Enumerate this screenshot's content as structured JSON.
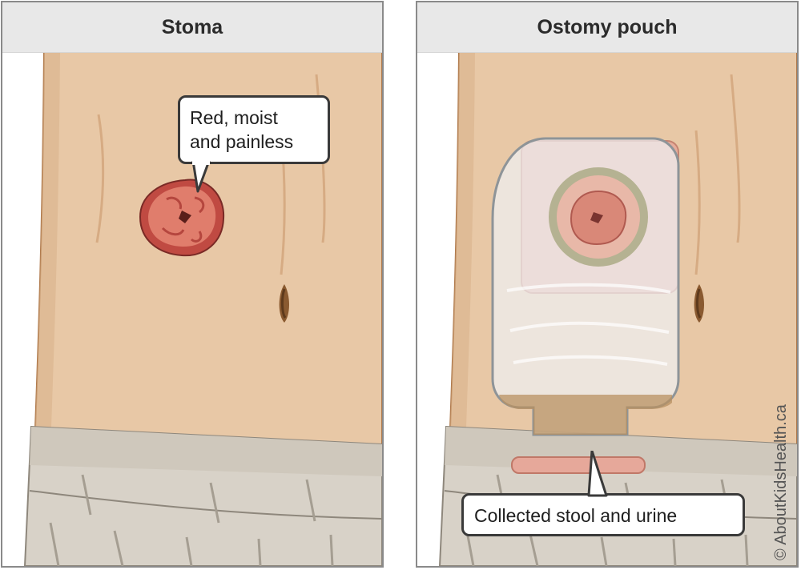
{
  "panels": {
    "stoma": {
      "title": "Stoma",
      "callout_line1": "Red, moist",
      "callout_line2": "and painless"
    },
    "pouch": {
      "title": "Ostomy pouch",
      "callout": "Collected stool and urine"
    }
  },
  "copyright": "© AboutKidsHealth.ca",
  "colors": {
    "skin": "#e8c8a6",
    "skin_shadow": "#d9b28c",
    "stoma": "#d9705f",
    "shorts": "#d8d2c8",
    "header": "#e8e8e8"
  }
}
